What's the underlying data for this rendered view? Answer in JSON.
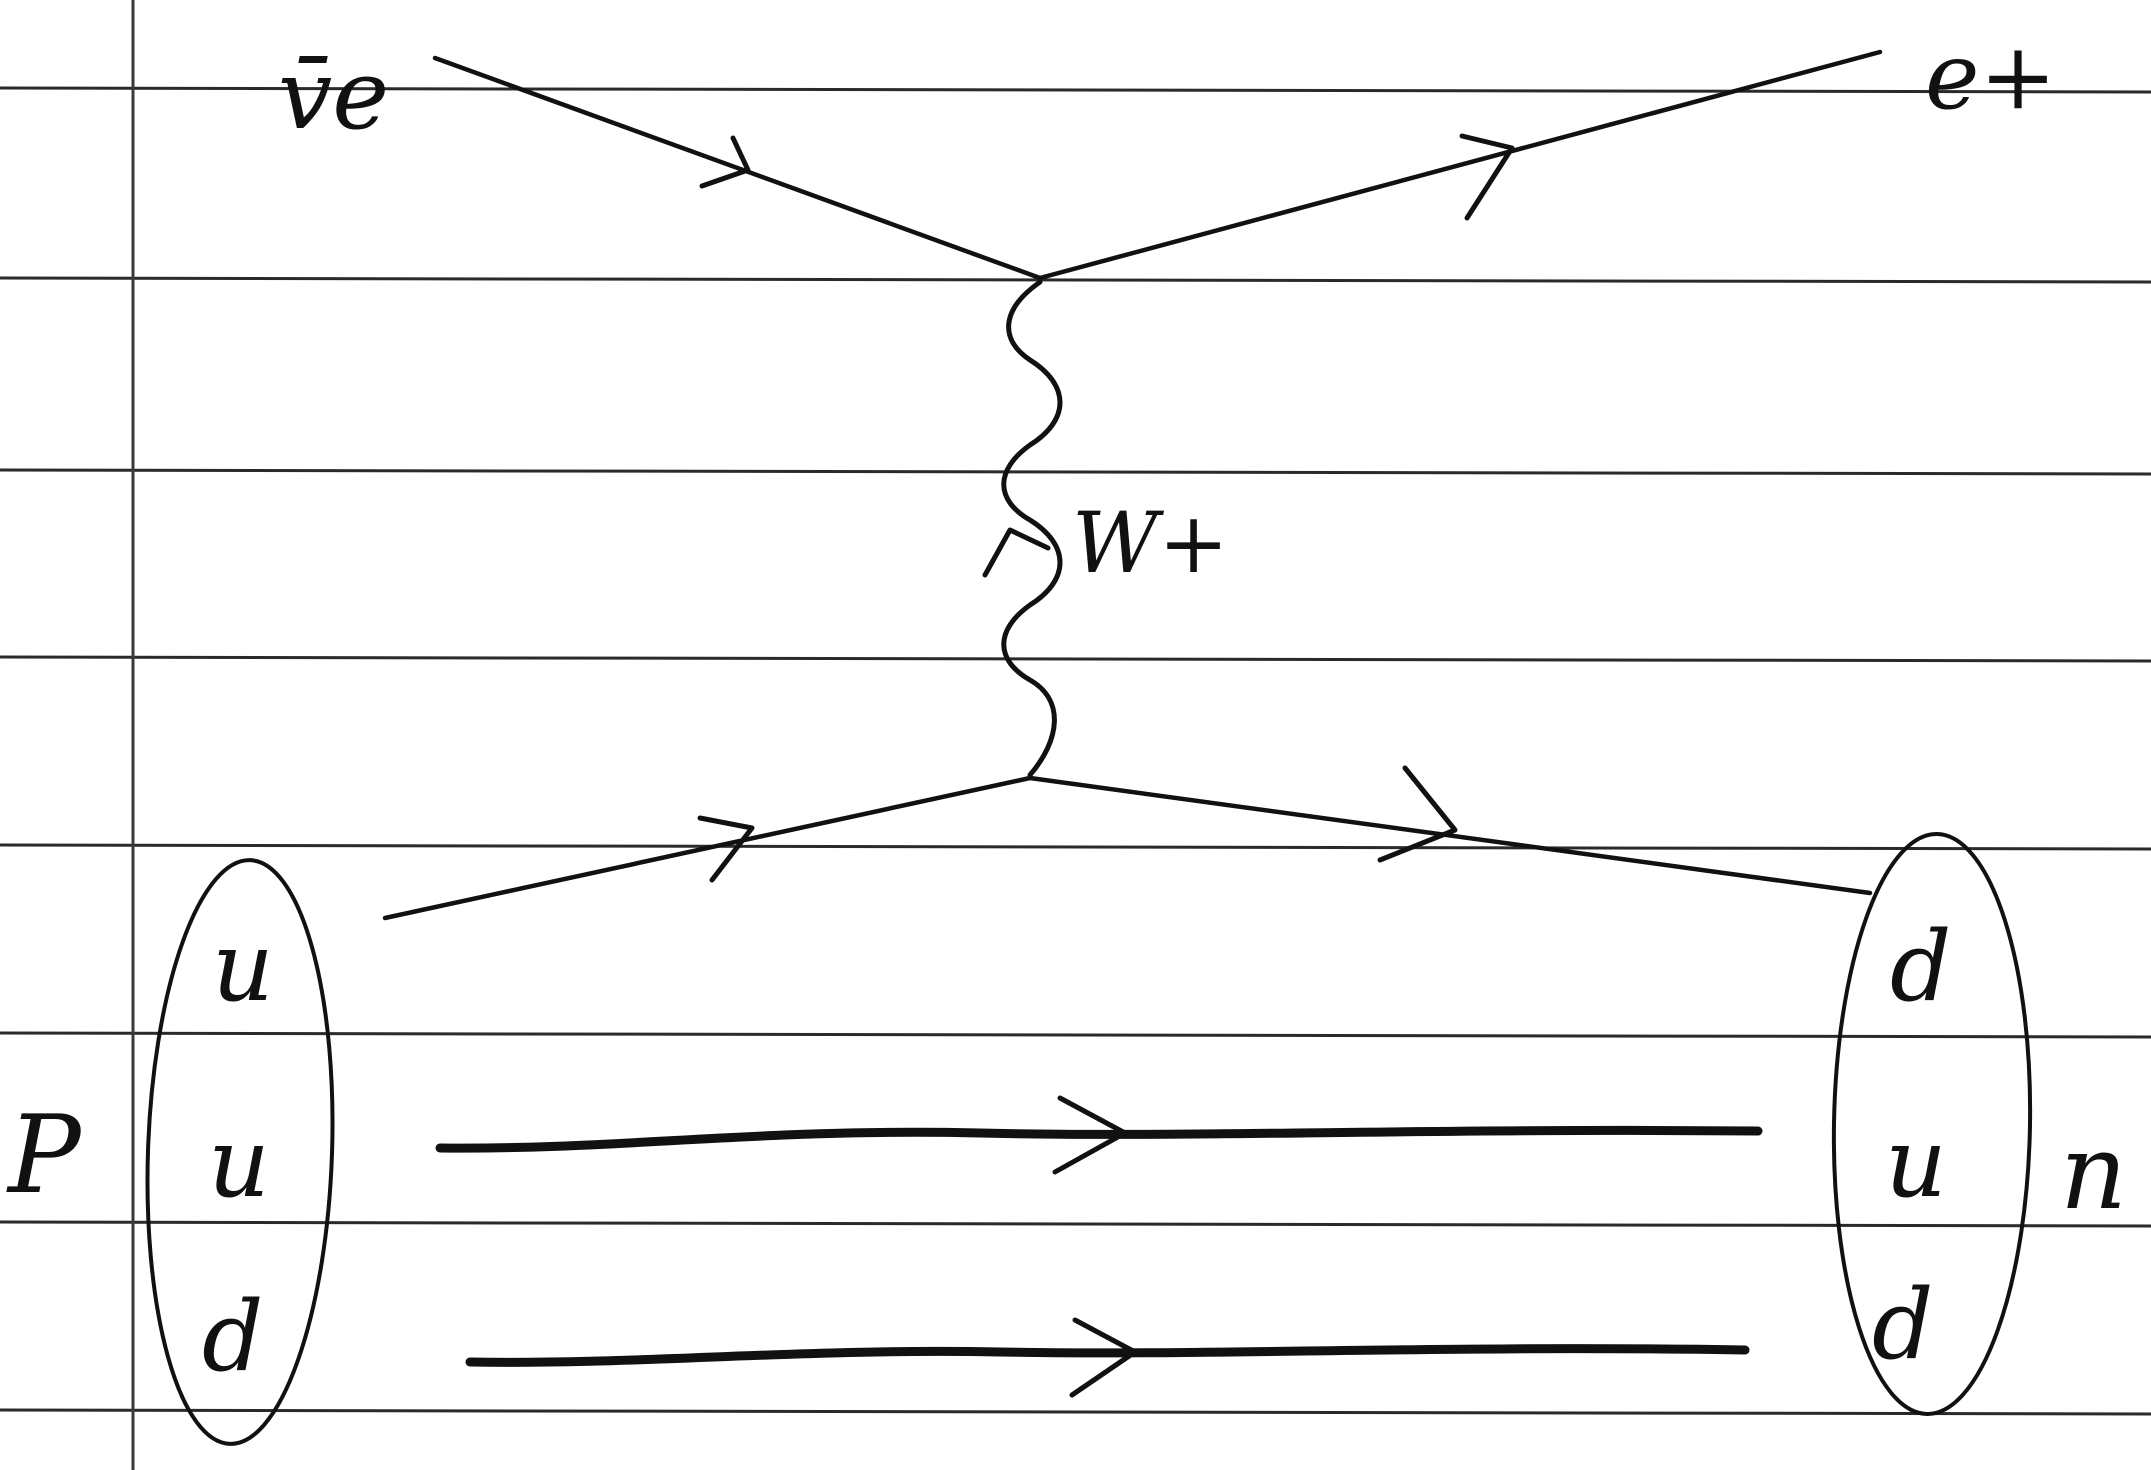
{
  "labels": {
    "antineutrino": "v̄e",
    "positron": "e+",
    "boson": "W+",
    "proton": "P",
    "neutron": "n"
  },
  "proton_quarks": [
    "u",
    "u",
    "d"
  ],
  "neutron_quarks": [
    "d",
    "u",
    "d"
  ]
}
